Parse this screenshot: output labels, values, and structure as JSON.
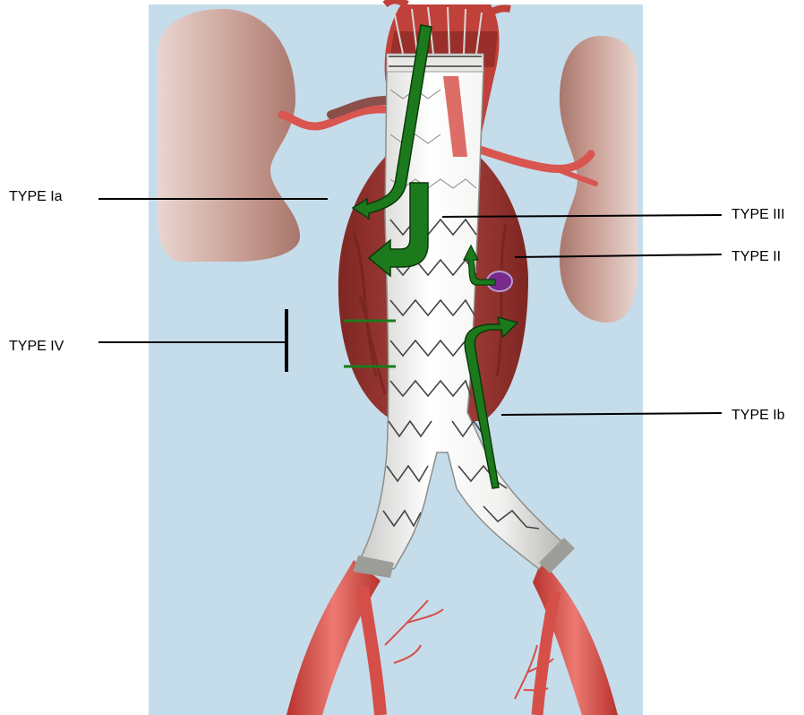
{
  "labels": {
    "type_ia": "TYPE Ia",
    "type_iv": "TYPE IV",
    "type_iii": "TYPE III",
    "type_ii": "TYPE II",
    "type_ib": "TYPE Ib"
  },
  "colors": {
    "background_panel": "#c5dcea",
    "kidney": "#c49a90",
    "aneurysm": "#a63c38",
    "artery": "#e0605a",
    "stent_graft": "#f4f4f2",
    "stent_wire": "#555555",
    "leak_arrow": "#1c7a1c",
    "type2_sac": "#7a2a8a",
    "leader_line": "#000000"
  },
  "icons": {
    "arrows": "green-flow-arrow-icon",
    "sac": "endoleak-sac-icon"
  }
}
